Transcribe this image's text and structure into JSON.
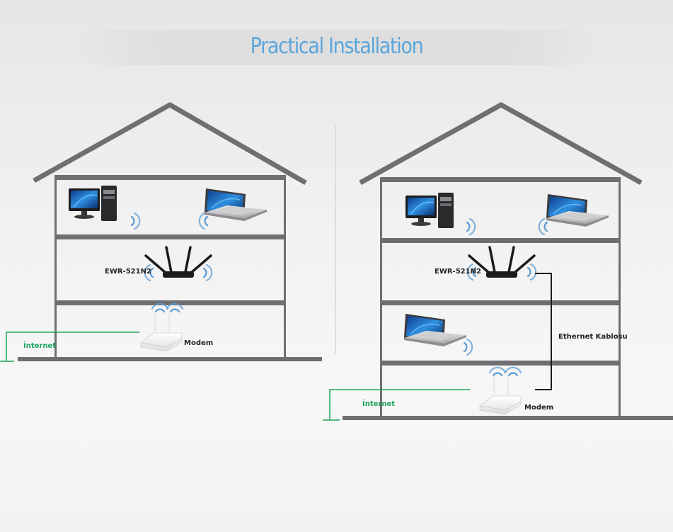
{
  "title": "Practical Installation",
  "left_scene": {
    "router_label": "EWR-521N2",
    "modem_label": "Modem",
    "internet_label": "İnternet"
  },
  "right_scene": {
    "router_label": "EWR-521N2",
    "modem_label": "Modem",
    "internet_label": "İnternet",
    "cable_label": "Ethernet Kablosu"
  },
  "colors": {
    "title": "#5aa6dc",
    "house_frame": "#6f6f72",
    "internet_line": "#1aa55a",
    "wifi": "#5b9bd5"
  }
}
